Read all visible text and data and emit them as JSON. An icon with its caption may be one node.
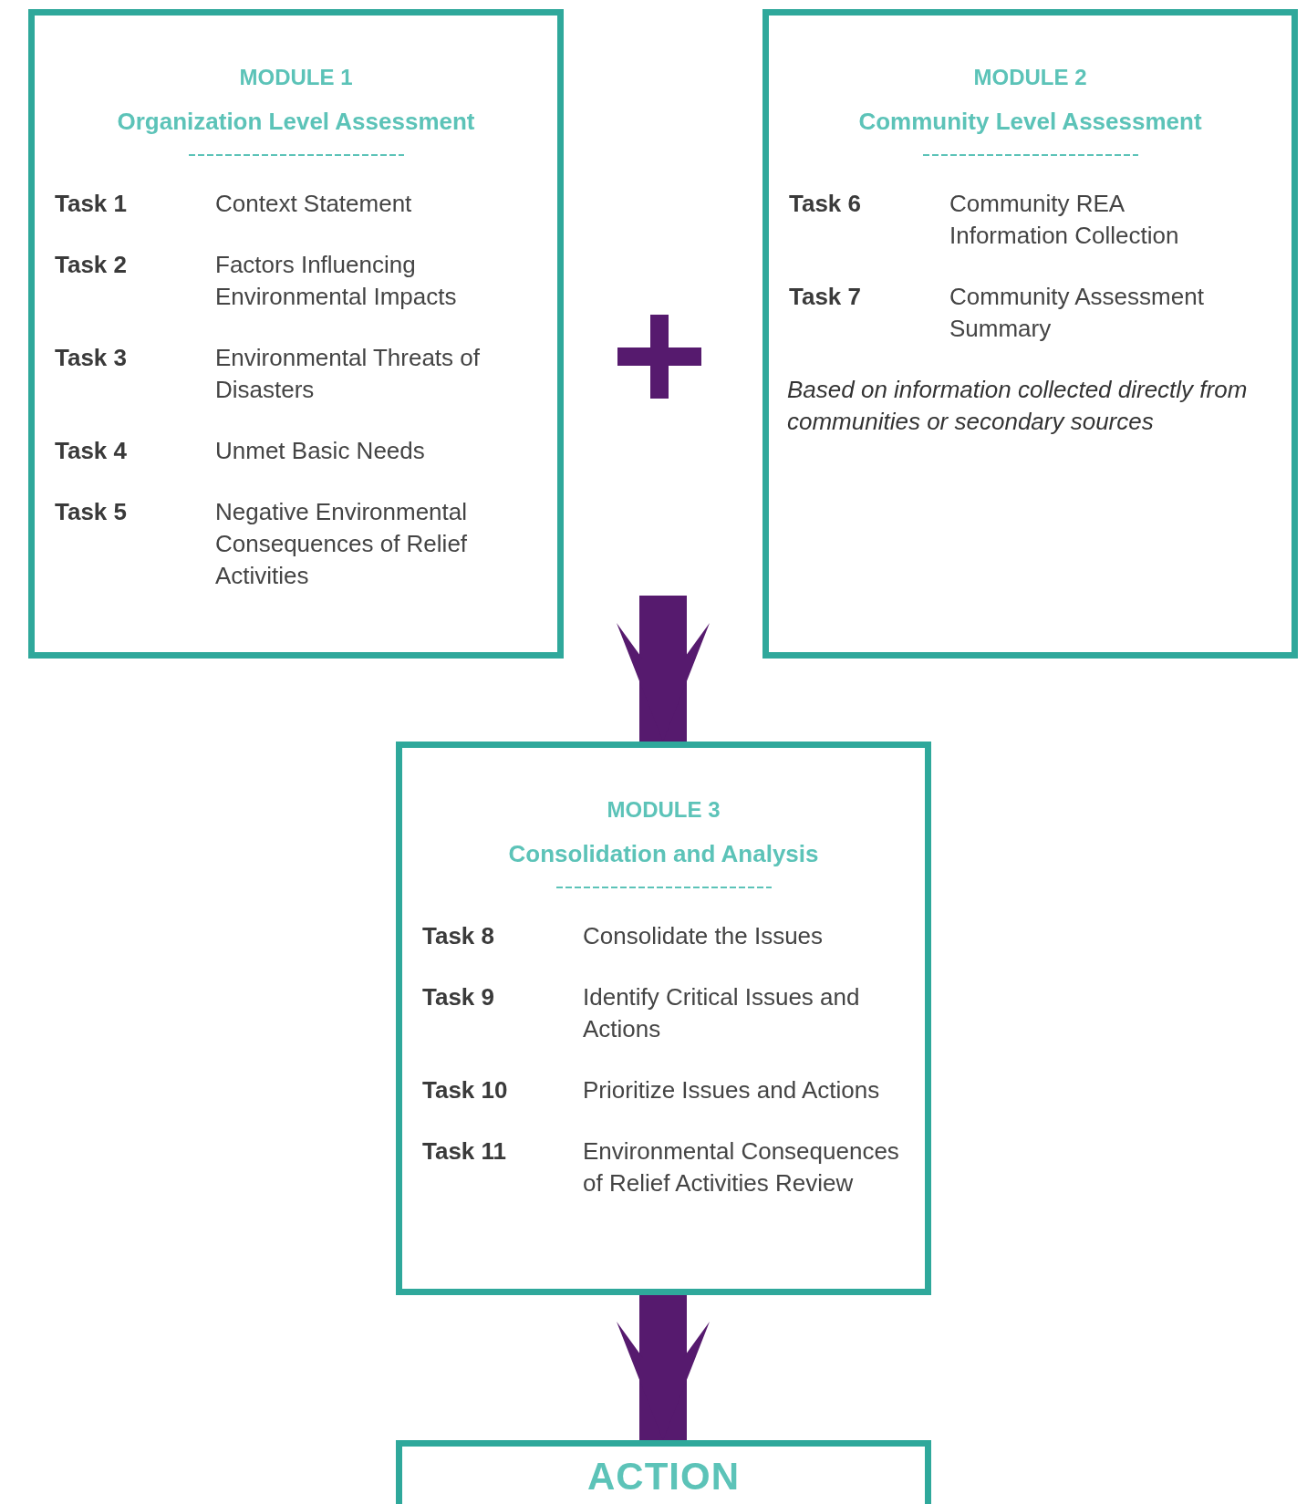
{
  "diagram": {
    "nodes": [
      {
        "text": [
          "MODULE 1",
          "Organization Level Assessment",
          "Task 1",
          "Context Statement",
          "Task 2",
          "Factors Influencing Environmental Impacts",
          "Task 3",
          "Environmental Threats of Disasters",
          "Task 4",
          "Unmet Basic Needs",
          "Task 5",
          "Negative Environmental Consequences of Relief Activities"
        ]
      },
      {
        "text": [
          "MODULE 2",
          "Community Level Assessment",
          "Task 6",
          "Community REA Information Collection",
          "Task 7",
          "Community Assessment Summary",
          "Based on information collected directly from communities or secondary sources"
        ]
      },
      {
        "text": [
          "MODULE 3",
          "Consolidation and Analysis",
          "Task 8",
          "Consolidate the Issues",
          "Task 9",
          "Identify Critical Issues and Actions",
          "Task 10",
          "Prioritize Issues and Actions",
          "Task 11",
          "Environmental Consequences of Relief Activities Review"
        ]
      },
      {
        "text": [
          "ACTION"
        ]
      }
    ],
    "edges": [
      {
        "from": null,
        "to": 2,
        "arrow": "to"
      },
      {
        "from": 2,
        "to": 3,
        "arrow": "to"
      }
    ]
  }
}
